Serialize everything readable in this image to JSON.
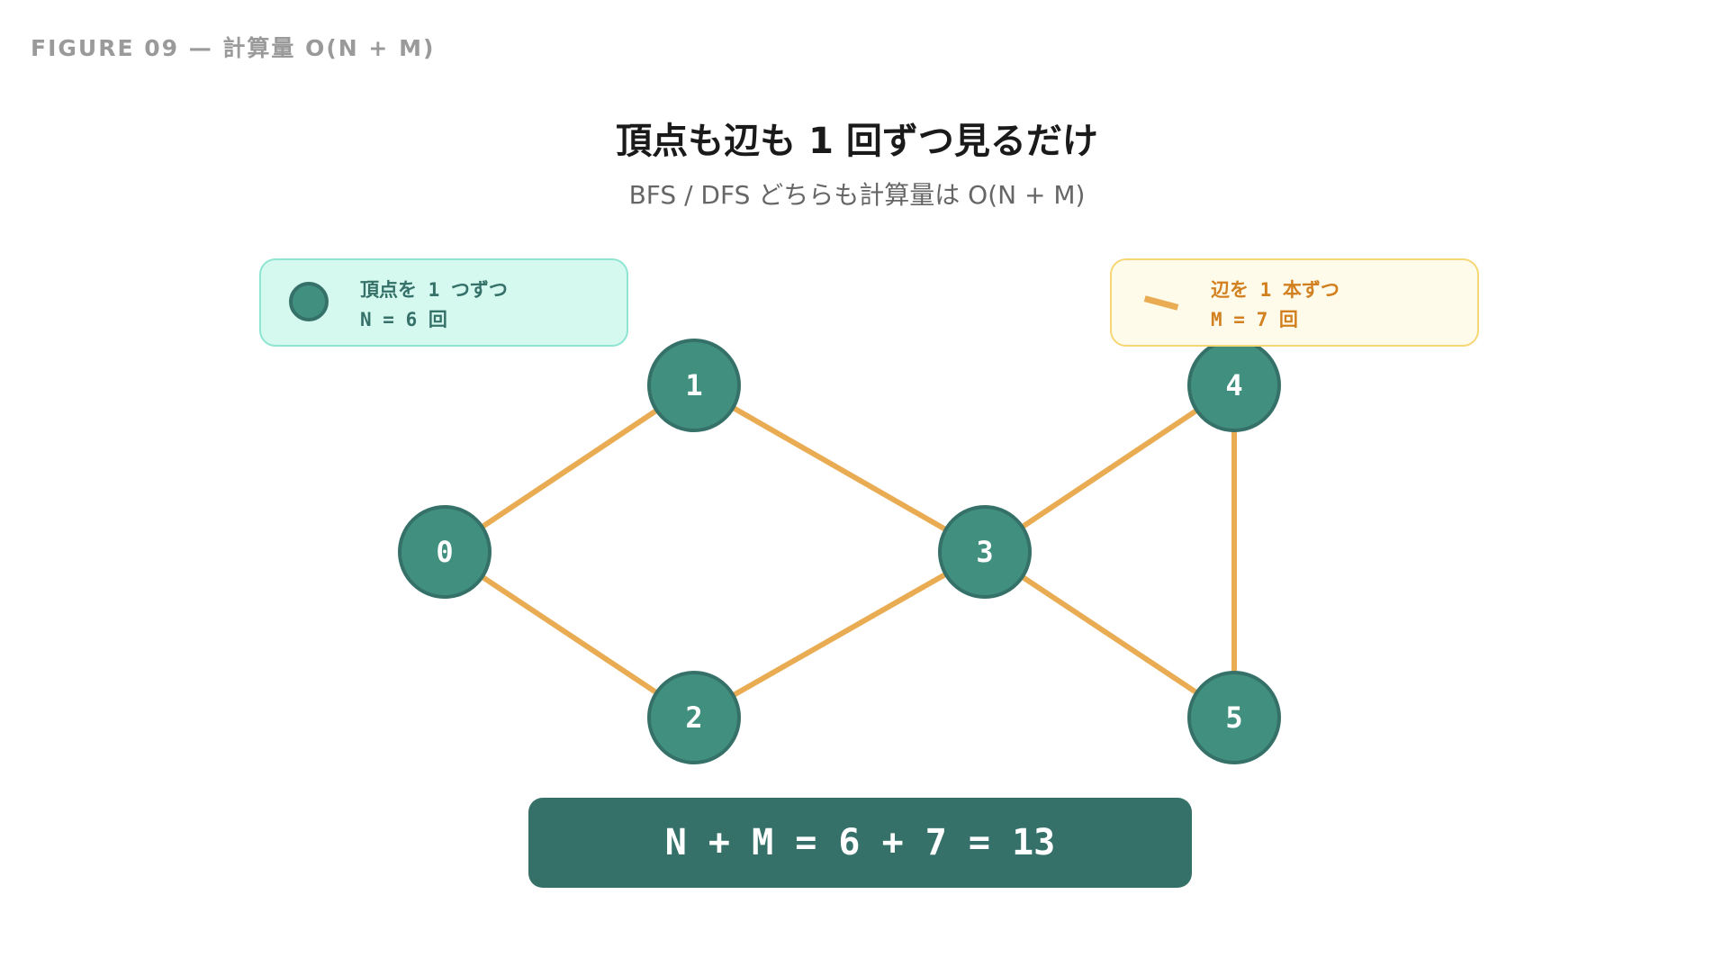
{
  "figure_label": "FIGURE 09 — 計算量 O(N + M)",
  "title": "頂点も辺も 1 回ずつ見るだけ",
  "subtitle": "BFS / DFS どちらも計算量は O(N + M)",
  "legend_vertex": {
    "line1": "頂点を 1 つずつ",
    "line2": "N = 6 回"
  },
  "legend_edge": {
    "line1": "辺を 1 本ずつ",
    "line2": "M = 7 回"
  },
  "formula": "N + M = 6 + 7 = 13",
  "graph": {
    "nodes": [
      {
        "id": "0",
        "label": "0"
      },
      {
        "id": "1",
        "label": "1"
      },
      {
        "id": "2",
        "label": "2"
      },
      {
        "id": "3",
        "label": "3"
      },
      {
        "id": "4",
        "label": "4"
      },
      {
        "id": "5",
        "label": "5"
      }
    ],
    "edges": [
      [
        "0",
        "1"
      ],
      [
        "0",
        "2"
      ],
      [
        "1",
        "3"
      ],
      [
        "2",
        "3"
      ],
      [
        "3",
        "4"
      ],
      [
        "3",
        "5"
      ],
      [
        "4",
        "5"
      ]
    ]
  },
  "colors": {
    "node_fill": "#41907f",
    "node_stroke": "#357169",
    "edge": "#e9ac52",
    "formula_bg": "#357169"
  }
}
